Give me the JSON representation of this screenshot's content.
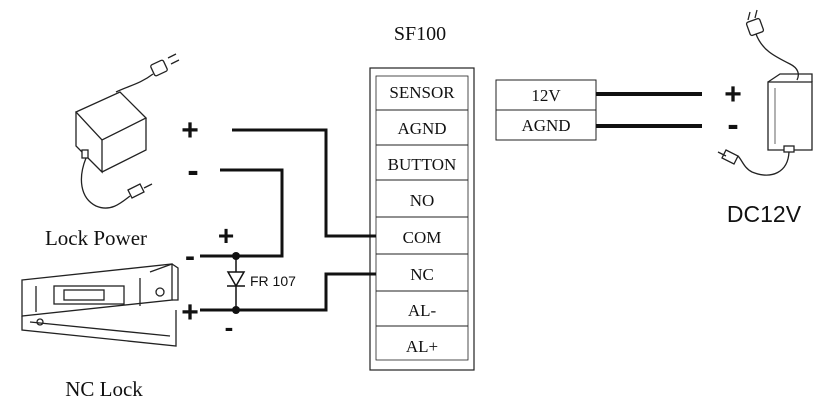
{
  "controller": {
    "title": "SF100",
    "terminals": [
      "SENSOR",
      "AGND",
      "BUTTON",
      "NO",
      "COM",
      "NC",
      "AL-",
      "AL+"
    ]
  },
  "power_terminals": [
    "12V",
    "AGND"
  ],
  "dc_supply": {
    "label": "DC12V",
    "plus_sign": "+",
    "minus_sign": "-"
  },
  "lock_power": {
    "label": "Lock Power",
    "plus_sign": "+",
    "minus_sign": "-"
  },
  "nc_lock": {
    "label": "NC Lock",
    "plus_sign": "+",
    "minus_sign": "-"
  },
  "diode": {
    "label": "FR 107",
    "plus_sign": "+",
    "minus_sign": "-"
  },
  "colors": {
    "line": "#111111",
    "background": "#ffffff"
  },
  "icons": [
    "lock-power-adapter-icon",
    "dc-adapter-icon",
    "nc-lock-icon",
    "diode-icon"
  ]
}
